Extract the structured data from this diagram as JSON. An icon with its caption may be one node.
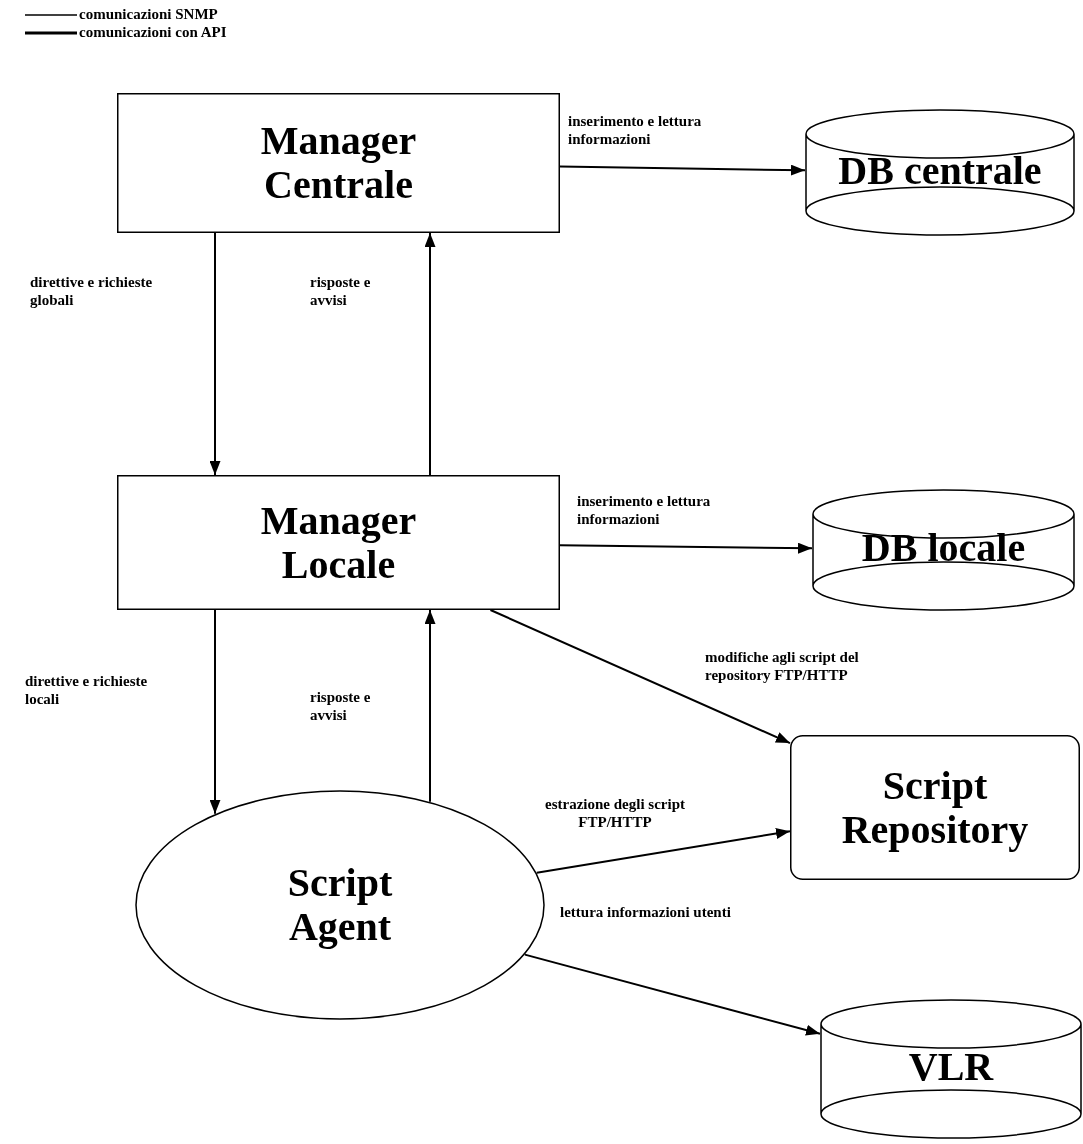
{
  "diagram": {
    "nodes": [
      {
        "text": [
          "Manager Centrale"
        ]
      },
      {
        "text": [
          "DB centrale"
        ]
      },
      {
        "text": [
          "Manager Locale"
        ]
      },
      {
        "text": [
          "DB locale"
        ]
      },
      {
        "text": [
          "Script Repository"
        ]
      },
      {
        "text": [
          "Script Agent"
        ]
      },
      {
        "text": [
          "VLR"
        ]
      }
    ],
    "edges": [
      {
        "from": 0,
        "to": 1,
        "arrow": "to",
        "label": "inserimento e lettura informazioni"
      },
      {
        "from": 0,
        "to": 2,
        "arrow": "to",
        "label": "direttive e richieste globali"
      },
      {
        "from": 2,
        "to": 0,
        "arrow": "to",
        "label": "risposte e avvisi"
      },
      {
        "from": 2,
        "to": 3,
        "arrow": "to",
        "label": "inserimento e lettura informazioni"
      },
      {
        "from": 2,
        "to": 5,
        "arrow": "to",
        "label": "direttive e richieste locali"
      },
      {
        "from": 5,
        "to": 2,
        "arrow": "to",
        "label": "risposte e avvisi"
      },
      {
        "from": 2,
        "to": 4,
        "arrow": "to",
        "label": "modifiche agli script del repository FTP/HTTP"
      },
      {
        "from": 5,
        "to": 4,
        "arrow": "to",
        "label": "estrazione degli script FTP/HTTP"
      },
      {
        "from": 5,
        "to": 6,
        "arrow": "to",
        "label": "lettura informazioni utenti"
      }
    ],
    "legend": [
      {
        "text": "comunicazioni SNMP"
      },
      {
        "text": "comunicazioni con API"
      }
    ]
  }
}
